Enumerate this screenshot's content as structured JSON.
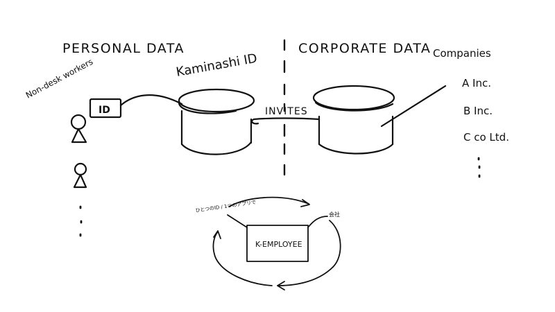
{
  "sections": {
    "personal": "PERSONAL DATA",
    "corporate": "CORPORATE DATA"
  },
  "labels": {
    "kaminashi_id": "Kaminashi ID",
    "id_card": "ID",
    "invites": "INVITES",
    "non_desk_workers": "Non-desk workers",
    "companies_header": "Companies",
    "employee_box": "K-EMPLOYEE",
    "cycle_left": "ひとつのID / 1つのアプリで",
    "cycle_right": "会社"
  },
  "companies": [
    {
      "name": "A Inc."
    },
    {
      "name": "B Inc."
    },
    {
      "name": "C co Ltd."
    }
  ],
  "colors": {
    "ink": "#111111",
    "background": "#ffffff"
  }
}
